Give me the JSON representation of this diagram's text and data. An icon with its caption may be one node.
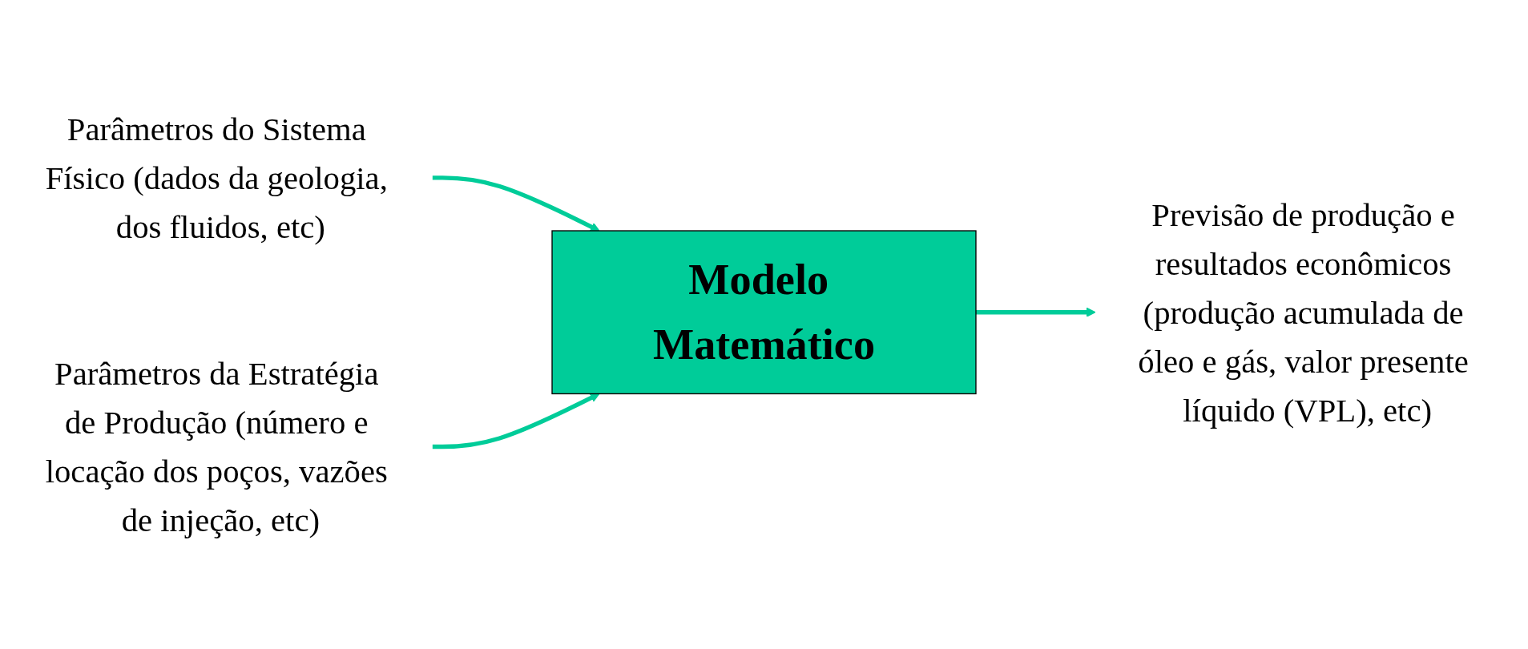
{
  "diagram": {
    "nodes": [
      {
        "text": [
          "Parâmetros do Sistema Físico (dados da geologia, dos fluidos, etc)"
        ]
      },
      {
        "text": [
          "Parâmetros da Estratégia de Produção (número e locação dos poços, vazões de injeção, etc)"
        ]
      },
      {
        "text": [
          "Modelo Matemático"
        ]
      },
      {
        "text": [
          "Previsão de produção e resultados econômicos (produção acumulada de óleo e gás, valor presente líquido (VPL), etc)"
        ]
      }
    ],
    "edges": [
      {
        "from": 0,
        "to": 2,
        "arrow": "to"
      },
      {
        "from": 1,
        "to": 2,
        "arrow": "to"
      },
      {
        "from": 2,
        "to": 3,
        "arrow": "to"
      }
    ]
  }
}
